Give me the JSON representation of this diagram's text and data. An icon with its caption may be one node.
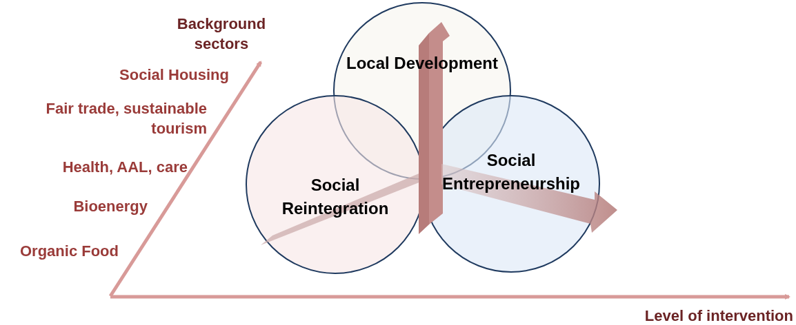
{
  "diagram": {
    "nodes": [
      {
        "text": [
          "Local Development"
        ]
      },
      {
        "text": [
          "Social Reintegration"
        ]
      },
      {
        "text": [
          "Social Entrepreneurship"
        ]
      }
    ],
    "labels": [
      "Background sectors",
      "Social Housing",
      "Fair trade, sustainable tourism",
      "Health, AAL, care",
      "Bioenergy",
      "Organic Food",
      "Level of intervention"
    ]
  }
}
